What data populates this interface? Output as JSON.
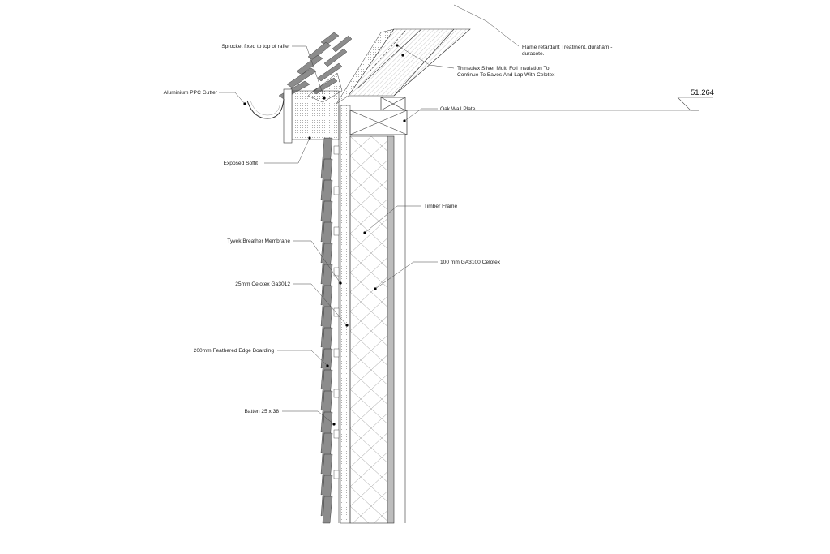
{
  "labels": {
    "sprocket": "Sprocket fixed to top of rafter",
    "flame_1": "Flame retardant Treatment, duraflam -",
    "flame_2": "duracote.",
    "thinsulex_1": "Thinsulex Silver Multi Foil Insulation To",
    "thinsulex_2": "Continue To Eaves And Lap With Celotex",
    "gutter": "Aluminium PPC Gutter",
    "level": "51.264",
    "oak_plate": "Oak Wall Plate",
    "soffit": "Exposed Soffit",
    "timber_frame": "Timber Frame",
    "tyvek": "Tyvek Breather Membrane",
    "celotex_100": "100 mm GA3100 Celotex",
    "celotex_25": "25mm Celotex Ga3012",
    "boarding": "200mm Feathered Edge Boarding",
    "batten": "Batten 25 x 38"
  },
  "colors": {
    "line": "#333333",
    "hatch": "#9a9a9a",
    "frame_grey": "#bdbdbd"
  }
}
